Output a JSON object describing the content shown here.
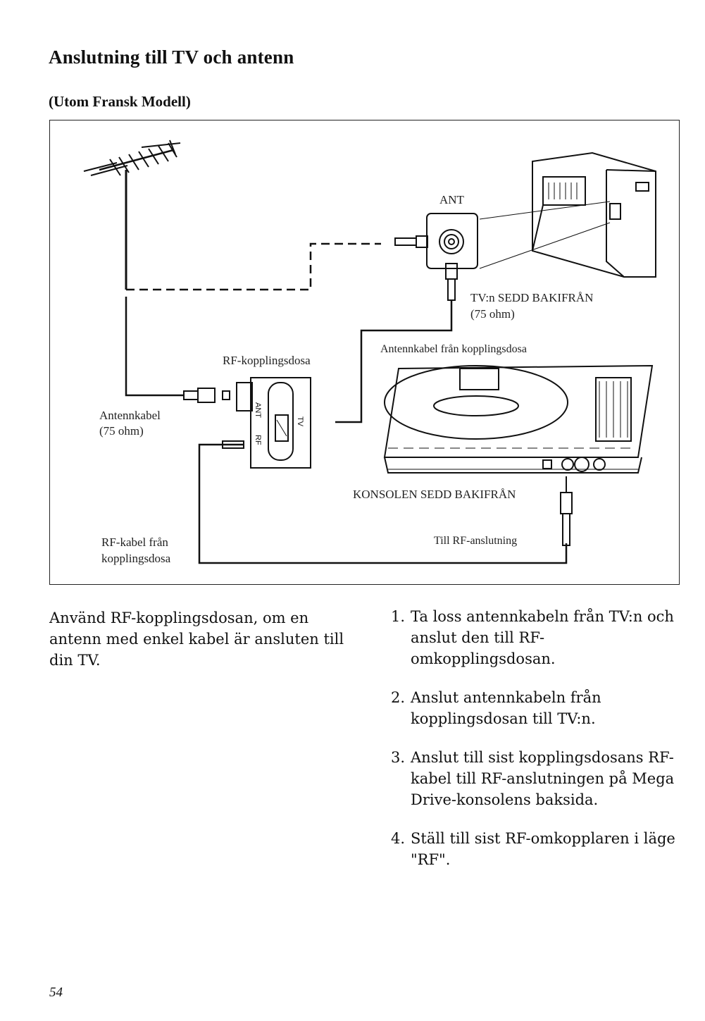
{
  "page": {
    "title": "Anslutning till TV och antenn",
    "subtitle": "(Utom Fransk Modell)",
    "page_number": "54"
  },
  "diagram": {
    "label_ant": "ANT",
    "label_tv_rear": "TV:n SEDD BAKIFRÅN",
    "label_tv_ohm": "(75 ohm)",
    "label_antenna_cable_from_box": "Antennkabel från kopplingsdosa",
    "label_rf_box": "RF-kopplingsdosa",
    "label_antenna_cable": "Antennkabel",
    "label_antenna_ohm": "(75 ohm)",
    "label_console_rear": "KONSOLEN SEDD BAKIFRÅN",
    "label_to_rf": "Till RF-anslutning",
    "label_rf_cable_1": "RF-kabel från",
    "label_rf_cable_2": "kopplingsdosa",
    "box_ant": "ANT",
    "box_tv": "TV",
    "box_rf": "RF"
  },
  "intro": "Använd RF-kopplingsdosan, om en antenn med enkel kabel är ansluten till din TV.",
  "steps": [
    {
      "num": "1.",
      "text": "Ta loss antennkabeln från TV:n och anslut den till RF-omkopplingsdosan."
    },
    {
      "num": "2.",
      "text": "Anslut antennkabeln från kopplingsdosan till TV:n."
    },
    {
      "num": "3.",
      "text": "Anslut till sist kopplingsdosans RF-kabel till RF-anslutningen på Mega Drive-konsolens baksida."
    },
    {
      "num": "4.",
      "text": "Ställ till sist RF-omkopplaren i läge \"RF\"."
    }
  ]
}
